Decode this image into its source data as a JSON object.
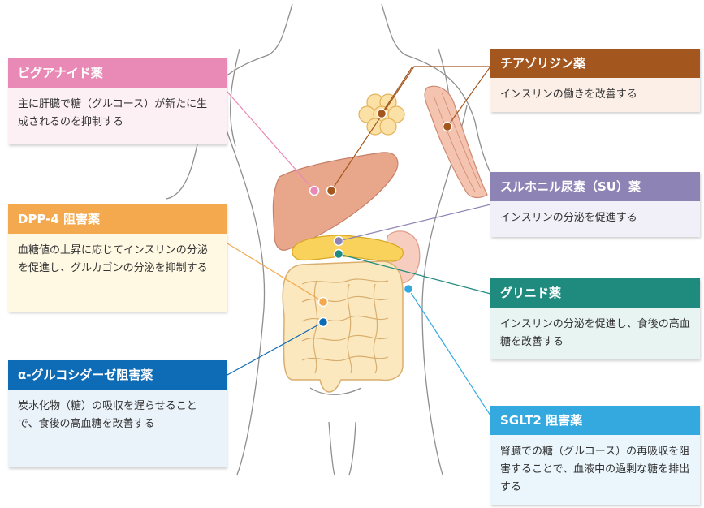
{
  "colors": {
    "biguanide": "#e989b5",
    "biguanide_bg": "#fdf0f5",
    "thiazolidine": "#a3571f",
    "thiazolidine_bg": "#fcefe7",
    "dpp4": "#f5a94e",
    "dpp4_bg": "#fff8e3",
    "su": "#8d84b5",
    "su_bg": "#f1eff7",
    "glinide": "#1f8b7e",
    "glinide_bg": "#e8f4f2",
    "agi": "#0e6bb5",
    "agi_bg": "#eaf2fa",
    "sglt2": "#34a9e0",
    "sglt2_bg": "#eaf6fc"
  },
  "boxes": {
    "biguanide": {
      "title": "ビグアナイド薬",
      "body": "主に肝臓で糖（グルコース）が新たに生成されるのを抑制する"
    },
    "thiazolidine": {
      "title": "チアゾリジン薬",
      "body": "インスリンの働きを改善する"
    },
    "dpp4": {
      "title": "DPP-4 阻害薬",
      "body": "血糖値の上昇に応じてインスリンの分泌を促進し、グルカゴンの分泌を抑制する"
    },
    "su": {
      "title": "スルホニル尿素（SU）薬",
      "body": "インスリンの分泌を促進する"
    },
    "glinide": {
      "title": "グリニド薬",
      "body": "インスリンの分泌を促進し、食後の高血糖を改善する"
    },
    "agi": {
      "title": "α-グルコシダーゼ阻害薬",
      "body": "炭水化物（糖）の吸収を遅らせることで、食後の高血糖を改善する"
    },
    "sglt2": {
      "title": "SGLT2 阻害薬",
      "body": "腎臓での糖（グルコース）の再吸収を阻害することで、血液中の過剰な糖を排出する"
    }
  }
}
